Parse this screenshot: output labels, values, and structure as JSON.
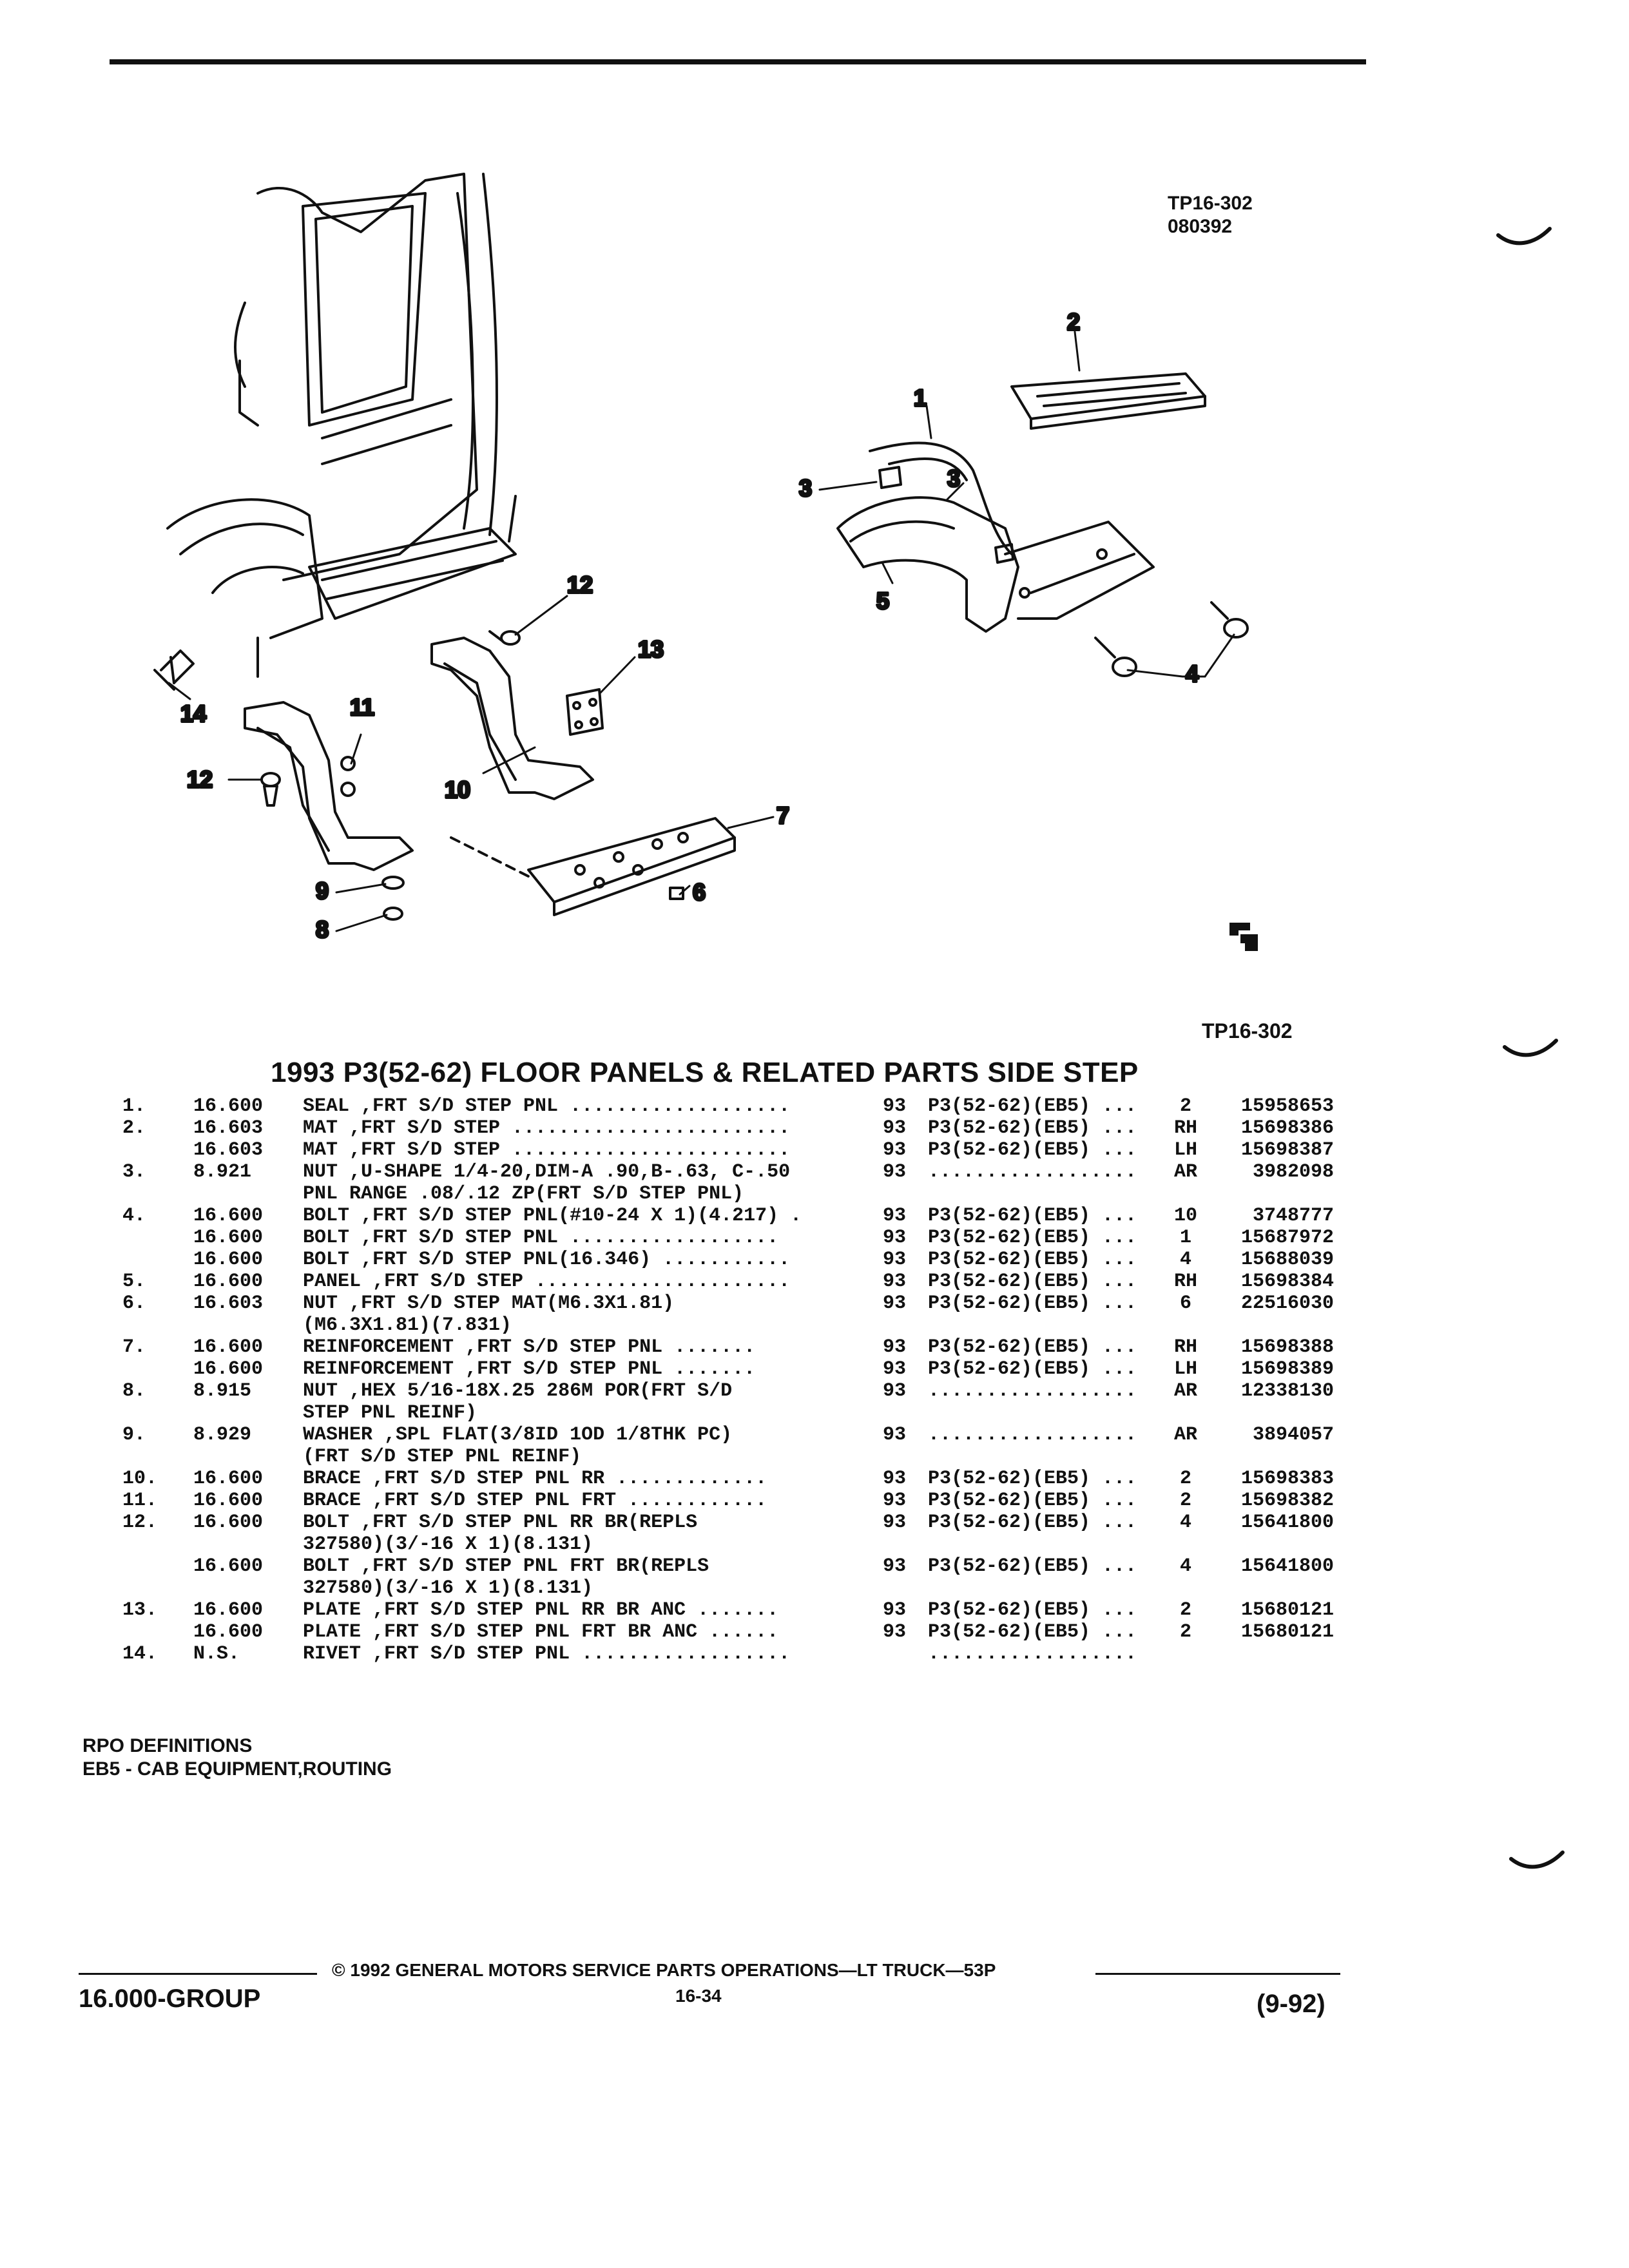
{
  "figure": {
    "id": "TP16-302",
    "code": "080392",
    "id_bottom": "TP16-302",
    "callouts": [
      "1",
      "2",
      "3",
      "3",
      "4",
      "5",
      "6",
      "7",
      "8",
      "9",
      "10",
      "11",
      "12",
      "12",
      "13",
      "14"
    ]
  },
  "title": "1993 P3(52-62) FLOOR PANELS & RELATED PARTS SIDE STEP",
  "parts": [
    {
      "ref": "1.",
      "group": "16.600",
      "desc": "SEAL ,FRT S/D STEP PNL ...................",
      "year": "93",
      "app": "P3(52-62)(EB5) ...",
      "qty": "2",
      "pn": "15958653"
    },
    {
      "ref": "2.",
      "group": "16.603",
      "desc": "MAT ,FRT S/D STEP ........................",
      "year": "93",
      "app": "P3(52-62)(EB5) ...",
      "qty": "RH",
      "pn": "15698386"
    },
    {
      "ref": "",
      "group": "16.603",
      "desc": "MAT ,FRT S/D STEP ........................",
      "year": "93",
      "app": "P3(52-62)(EB5) ...",
      "qty": "LH",
      "pn": "15698387"
    },
    {
      "ref": "3.",
      "group": "8.921",
      "desc": "NUT ,U-SHAPE 1/4-20,DIM-A .90,B-.63, C-.50",
      "year": "93",
      "app": "..................",
      "qty": "AR",
      "pn": "3982098"
    },
    {
      "ref": "",
      "group": "",
      "desc": "PNL RANGE .08/.12 ZP(FRT S/D STEP PNL)",
      "year": "",
      "app": "",
      "qty": "",
      "pn": ""
    },
    {
      "ref": "4.",
      "group": "16.600",
      "desc": "BOLT ,FRT S/D STEP PNL(#10-24 X 1)(4.217) .",
      "year": "93",
      "app": "P3(52-62)(EB5) ...",
      "qty": "10",
      "pn": "3748777"
    },
    {
      "ref": "",
      "group": "16.600",
      "desc": "BOLT ,FRT S/D STEP PNL ..................",
      "year": "93",
      "app": "P3(52-62)(EB5) ...",
      "qty": "1",
      "pn": "15687972"
    },
    {
      "ref": "",
      "group": "16.600",
      "desc": "BOLT ,FRT S/D STEP PNL(16.346) ...........",
      "year": "93",
      "app": "P3(52-62)(EB5) ...",
      "qty": "4",
      "pn": "15688039"
    },
    {
      "ref": "5.",
      "group": "16.600",
      "desc": "PANEL ,FRT S/D STEP ......................",
      "year": "93",
      "app": "P3(52-62)(EB5) ...",
      "qty": "RH",
      "pn": "15698384"
    },
    {
      "ref": "6.",
      "group": "16.603",
      "desc": "NUT ,FRT S/D STEP MAT(M6.3X1.81)",
      "year": "93",
      "app": "P3(52-62)(EB5) ...",
      "qty": "6",
      "pn": "22516030"
    },
    {
      "ref": "",
      "group": "",
      "desc": "(M6.3X1.81)(7.831)",
      "year": "",
      "app": "",
      "qty": "",
      "pn": ""
    },
    {
      "ref": "7.",
      "group": "16.600",
      "desc": "REINFORCEMENT ,FRT S/D STEP PNL .......",
      "year": "93",
      "app": "P3(52-62)(EB5) ...",
      "qty": "RH",
      "pn": "15698388"
    },
    {
      "ref": "",
      "group": "16.600",
      "desc": "REINFORCEMENT ,FRT S/D STEP PNL .......",
      "year": "93",
      "app": "P3(52-62)(EB5) ...",
      "qty": "LH",
      "pn": "15698389"
    },
    {
      "ref": "8.",
      "group": "8.915",
      "desc": "NUT ,HEX 5/16-18X.25 286M POR(FRT S/D",
      "year": "93",
      "app": "..................",
      "qty": "AR",
      "pn": "12338130"
    },
    {
      "ref": "",
      "group": "",
      "desc": "STEP PNL REINF)",
      "year": "",
      "app": "",
      "qty": "",
      "pn": ""
    },
    {
      "ref": "9.",
      "group": "8.929",
      "desc": "WASHER ,SPL FLAT(3/8ID 1OD 1/8THK PC)",
      "year": "93",
      "app": "..................",
      "qty": "AR",
      "pn": "3894057"
    },
    {
      "ref": "",
      "group": "",
      "desc": "(FRT S/D STEP PNL REINF)",
      "year": "",
      "app": "",
      "qty": "",
      "pn": ""
    },
    {
      "ref": "10.",
      "group": "16.600",
      "desc": "BRACE ,FRT S/D STEP PNL RR .............",
      "year": "93",
      "app": "P3(52-62)(EB5) ...",
      "qty": "2",
      "pn": "15698383"
    },
    {
      "ref": "11.",
      "group": "16.600",
      "desc": "BRACE ,FRT S/D STEP PNL FRT ............",
      "year": "93",
      "app": "P3(52-62)(EB5) ...",
      "qty": "2",
      "pn": "15698382"
    },
    {
      "ref": "12.",
      "group": "16.600",
      "desc": "BOLT ,FRT S/D STEP PNL RR BR(REPLS",
      "year": "93",
      "app": "P3(52-62)(EB5) ...",
      "qty": "4",
      "pn": "15641800"
    },
    {
      "ref": "",
      "group": "",
      "desc": "327580)(3/-16 X 1)(8.131)",
      "year": "",
      "app": "",
      "qty": "",
      "pn": ""
    },
    {
      "ref": "",
      "group": "16.600",
      "desc": "BOLT ,FRT S/D STEP PNL FRT BR(REPLS",
      "year": "93",
      "app": "P3(52-62)(EB5) ...",
      "qty": "4",
      "pn": "15641800"
    },
    {
      "ref": "",
      "group": "",
      "desc": "327580)(3/-16 X 1)(8.131)",
      "year": "",
      "app": "",
      "qty": "",
      "pn": ""
    },
    {
      "ref": "13.",
      "group": "16.600",
      "desc": "PLATE ,FRT S/D STEP PNL RR BR ANC .......",
      "year": "93",
      "app": "P3(52-62)(EB5) ...",
      "qty": "2",
      "pn": "15680121"
    },
    {
      "ref": "",
      "group": "16.600",
      "desc": "PLATE ,FRT S/D STEP PNL FRT BR ANC ......",
      "year": "93",
      "app": "P3(52-62)(EB5) ...",
      "qty": "2",
      "pn": "15680121"
    },
    {
      "ref": "14.",
      "group": "N.S.",
      "desc": "RIVET ,FRT S/D STEP PNL ..................",
      "year": "",
      "app": "..................",
      "qty": "",
      "pn": ""
    }
  ],
  "rpo": {
    "heading": "RPO DEFINITIONS",
    "line": "EB5 - CAB EQUIPMENT,ROUTING"
  },
  "footer": {
    "group": "16.000-GROUP",
    "copyright": "© 1992 GENERAL MOTORS SERVICE PARTS OPERATIONS—LT TRUCK—53P",
    "page": "16-34",
    "date": "(9-92)"
  },
  "colors": {
    "ink": "#111111",
    "paper": "#ffffff"
  }
}
